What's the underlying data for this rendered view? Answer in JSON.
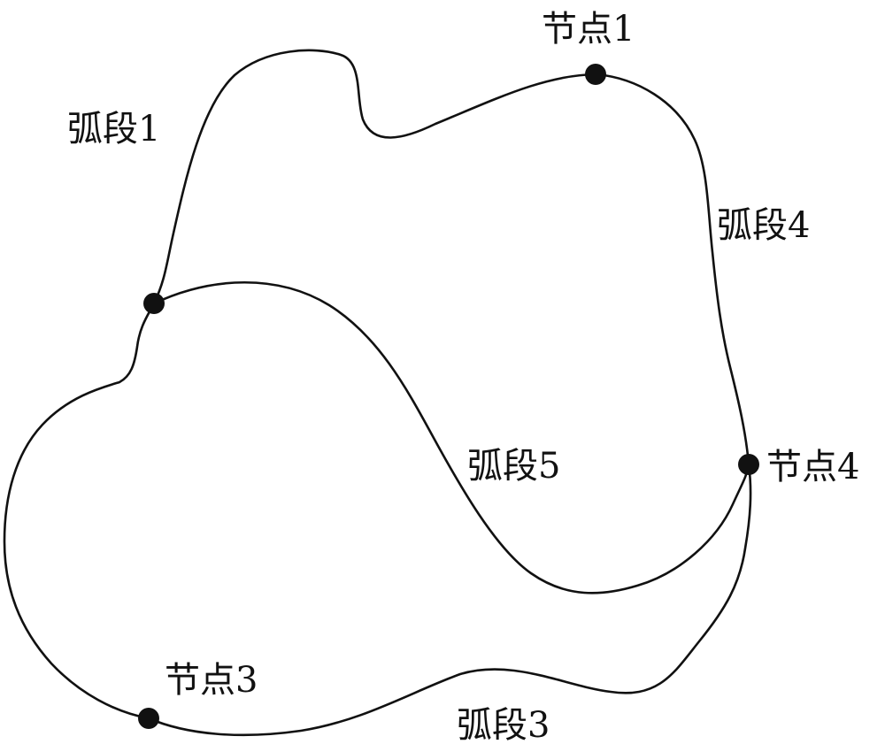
{
  "diagram": {
    "nodes": [
      {
        "id": "node-1",
        "label": "节点1"
      },
      {
        "id": "node-2",
        "label": ""
      },
      {
        "id": "node-3",
        "label": "节点3"
      },
      {
        "id": "node-4",
        "label": "节点4"
      }
    ],
    "arcs": [
      {
        "id": "arc-1",
        "label": "弧段1",
        "from": "node-2",
        "to": "node-1"
      },
      {
        "id": "arc-2",
        "label": "",
        "from": "node-2",
        "to": "node-3"
      },
      {
        "id": "arc-3",
        "label": "弧段3",
        "from": "node-3",
        "to": "node-4"
      },
      {
        "id": "arc-4",
        "label": "弧段4",
        "from": "node-1",
        "to": "node-4"
      },
      {
        "id": "arc-5",
        "label": "弧段5",
        "from": "node-2",
        "to": "node-4"
      }
    ],
    "colors": {
      "line": "#111111",
      "node": "#111111",
      "background": "#ffffff"
    }
  }
}
